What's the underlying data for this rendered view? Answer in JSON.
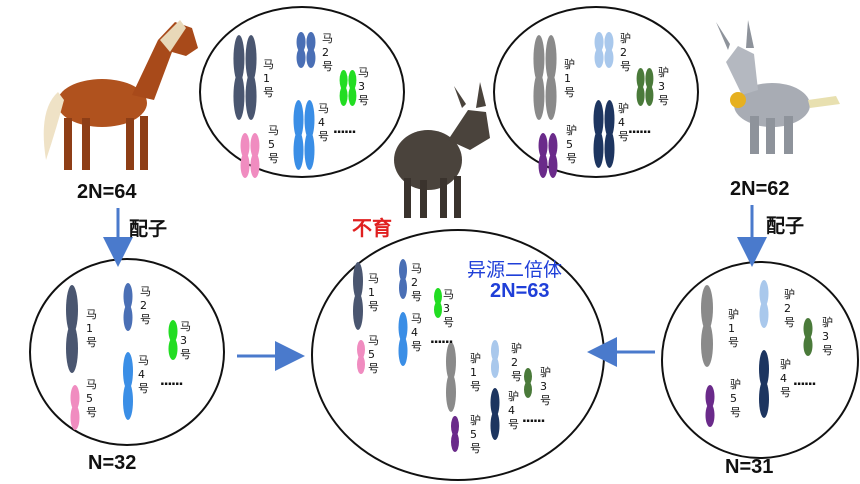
{
  "labels": {
    "horse_2n": "2N=64",
    "donkey_2n": "2N=62",
    "horse_gamete": "配子",
    "donkey_gamete": "配子",
    "horse_n": "N=32",
    "donkey_n": "N=31",
    "sterile": "不育",
    "hybrid_title": "异源二倍体",
    "hybrid_2n": "2N=63",
    "ellipsis": "......"
  },
  "chromosome_labels": {
    "horse": [
      "马\n1\n号",
      "马\n2\n号",
      "马\n3\n号",
      "马\n4\n号",
      "马\n5\n号"
    ],
    "donkey": [
      "驴\n1\n号",
      "驴\n2\n号",
      "驴\n3\n号",
      "驴\n4\n号",
      "驴\n5\n号"
    ]
  },
  "colors": {
    "chr1_horse": "#4a5670",
    "chr2_horse": "#4a6fb5",
    "chr3_horse": "#22dd22",
    "chr4_horse": "#3a8ee6",
    "chr5_horse": "#f08cc0",
    "chr1_donkey": "#8a8a8a",
    "chr2_donkey": "#a9c8ec",
    "chr3_donkey": "#4a7a3a",
    "chr4_donkey": "#1d3560",
    "chr5_donkey": "#6a2a8a",
    "arrow": "#4a7acc"
  },
  "icons": [
    "horse-icon",
    "donkey-icon",
    "cartoon-donkey-icon"
  ]
}
